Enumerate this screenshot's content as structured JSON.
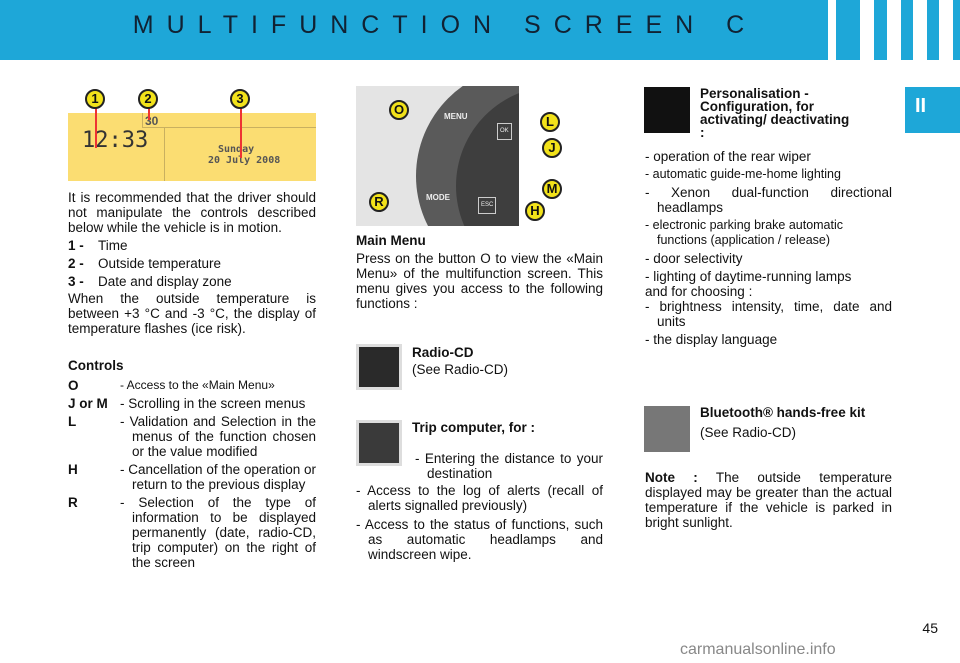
{
  "header": {
    "title": "MULTIFUNCTION SCREEN C"
  },
  "chapter_tab": "II",
  "display": {
    "time": "12:33",
    "temp": "30",
    "day": "Sunday",
    "date": "20 July 2008",
    "callouts": [
      "1",
      "2",
      "3"
    ]
  },
  "intro": "It is recommended that the driver should not manipulate the controls described below while the vehicle is in motion.",
  "legend": [
    {
      "k": "1 -",
      "v": "Time"
    },
    {
      "k": "2 -",
      "v": "Outside temperature"
    },
    {
      "k": "3 -",
      "v": "Date and display zone"
    }
  ],
  "temp_note": "When the outside temperature is between +3 °C and -3 °C, the display of temperature flashes (ice risk).",
  "controls": {
    "title": "Controls",
    "items": [
      {
        "k": "O",
        "v": "- Access to the «Main Menu»"
      },
      {
        "k": "J or M",
        "v": "- Scrolling in the screen menus"
      },
      {
        "k": "L",
        "v": "- Validation and Selection in the menus of the function chosen or the value modified"
      },
      {
        "k": "H",
        "v": "- Cancellation of the operation or return to the previous display"
      },
      {
        "k": "R",
        "v": "- Selection of the type of information to be displayed permanently (date, radio-CD, trip computer) on the right of the screen"
      }
    ]
  },
  "controller": {
    "menu": "MENU",
    "mode": "MODE",
    "ok": "OK",
    "esc": "ESC",
    "callouts": [
      "O",
      "L",
      "J",
      "M",
      "R",
      "H"
    ]
  },
  "main_menu": {
    "title": "Main Menu",
    "text": "Press on the button O to view the «Main Menu» of the multifunction screen. This menu gives you access to the following functions :"
  },
  "radio": {
    "title": "Radio-CD",
    "text": "(See Radio-CD)"
  },
  "trip": {
    "title": "Trip computer, for :",
    "items": [
      "- Entering the distance to your destination",
      "- Access to the log of alerts (recall of alerts signalled previously)",
      "- Access to the status of functions, such as automatic headlamps and windscreen wipe."
    ]
  },
  "personalisation": {
    "title": "Personalisation - Configuration, for activating/ deactivating :",
    "items": [
      "- operation of the rear wiper",
      "- automatic guide-me-home lighting",
      "- Xenon dual-function directional headlamps",
      "- electronic parking brake automatic functions (application / release)",
      "- door selectivity",
      "- lighting of daytime-running lamps"
    ],
    "choosing": "and for choosing :",
    "items2": [
      "- brightness intensity, time, date and units",
      "- the display language"
    ]
  },
  "bluetooth": {
    "title": "Bluetooth® hands-free kit",
    "text": "(See Radio-CD)"
  },
  "note": {
    "label": "Note :",
    "text": "The outside temperature displayed may be greater than the actual temperature if the vehicle is parked in bright sunlight."
  },
  "page_number": "45",
  "watermark": "carmanualsonline.info"
}
